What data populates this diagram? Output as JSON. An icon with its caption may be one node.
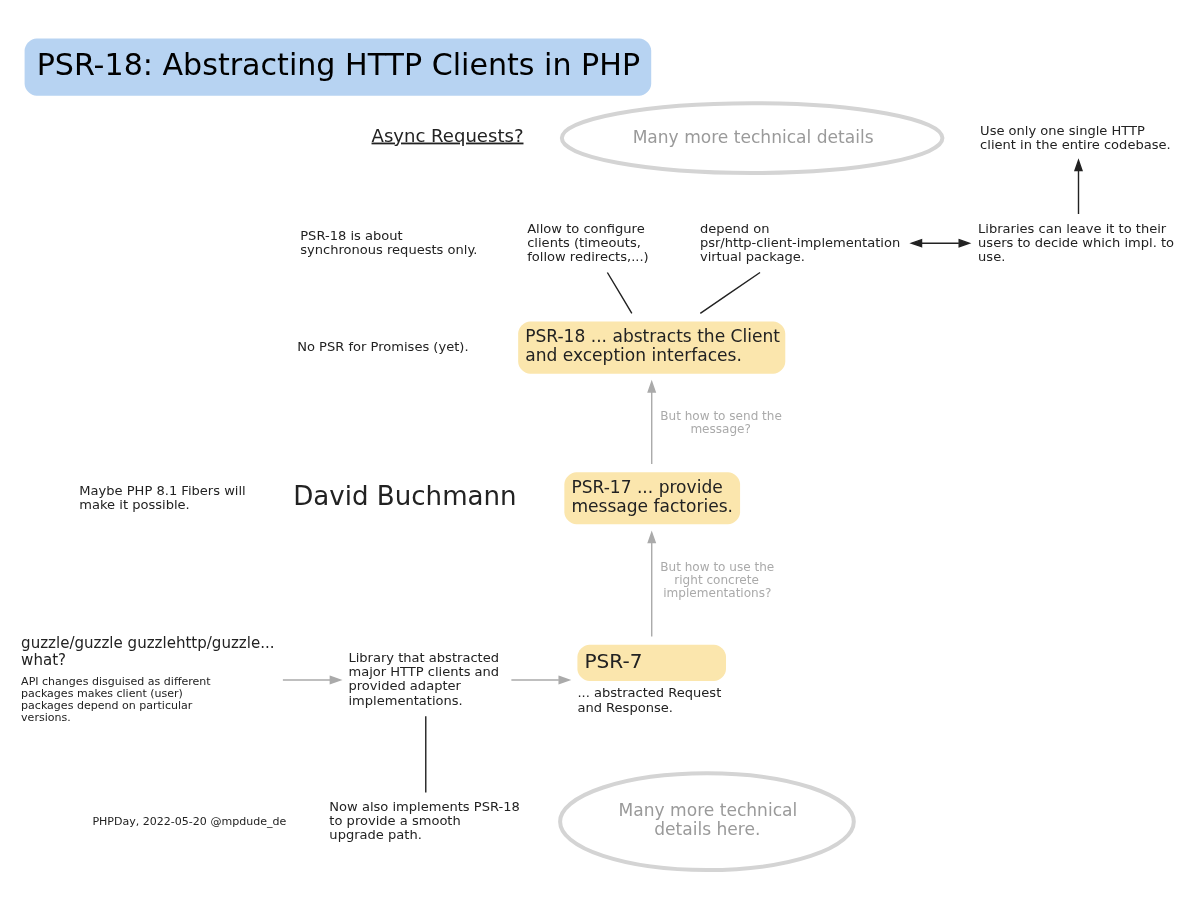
{
  "diagram": {
    "title": "PSR-18: Abstracting HTTP Clients in PHP",
    "nodes": [
      {
        "text": [
          "Many more technical details"
        ]
      },
      {
        "text": [
          "depend on psr/http-client-implementation virtual package."
        ]
      },
      {
        "text": [
          "Use only one single HTTP client in the entire codebase."
        ]
      },
      {
        "text": [
          "Allow to configure clients (timeouts, follow redirects,...)"
        ]
      },
      {
        "text": [
          "Libraries can leave it to their users to decide which impl. to use."
        ]
      },
      {
        "text": [
          "PSR-18 ... abstracts the Client and exception interfaces."
        ]
      },
      {
        "text": [
          "PSR-17 ... provide message factories."
        ]
      },
      {
        "text": [
          "guzzle/guzzle guzzlehttp/guzzle... what?",
          "API changes disguised as different packages makes client (user) packages depend on particular versions."
        ]
      },
      {
        "text": [
          "Library that abstracted major HTTP clients and provided adapter implementations."
        ]
      },
      {
        "text": [
          "PSR-7",
          "... abstracted Request and Response."
        ]
      },
      {
        "text": [
          "Now also implements PSR-18 to provide a smooth upgrade path."
        ]
      },
      {
        "text": [
          "Many more technical details here."
        ]
      }
    ],
    "edges": [
      {
        "from": 5,
        "to": 3,
        "arrow": "none"
      },
      {
        "from": 5,
        "to": 1,
        "arrow": "none"
      },
      {
        "from": 1,
        "to": 4,
        "arrow": "both"
      },
      {
        "from": 4,
        "to": 2,
        "arrow": "to"
      },
      {
        "from": 6,
        "to": 5,
        "arrow": "to",
        "label": "But how to send the message?",
        "color": "#aaaaaa"
      },
      {
        "from": 7,
        "to": 8,
        "arrow": "to",
        "color": "#aaaaaa"
      },
      {
        "from": 10,
        "to": 8,
        "arrow": "none"
      },
      {
        "from": 8,
        "to": 9,
        "arrow": "to",
        "color": "#aaaaaa"
      },
      {
        "from": 9,
        "to": 6,
        "arrow": "to",
        "label": "But how to use the right concrete implementations?",
        "color": "#aaaaaa"
      }
    ],
    "labels": [
      "Async Requests?",
      "PSR-18 is about synchronous requests only.",
      "No PSR for Promises (yet).",
      "Maybe PHP 8.1 Fibers will make it possible.",
      "David Buchmann",
      "PHPDay, 2022-05-20 @mpdude_de"
    ]
  }
}
